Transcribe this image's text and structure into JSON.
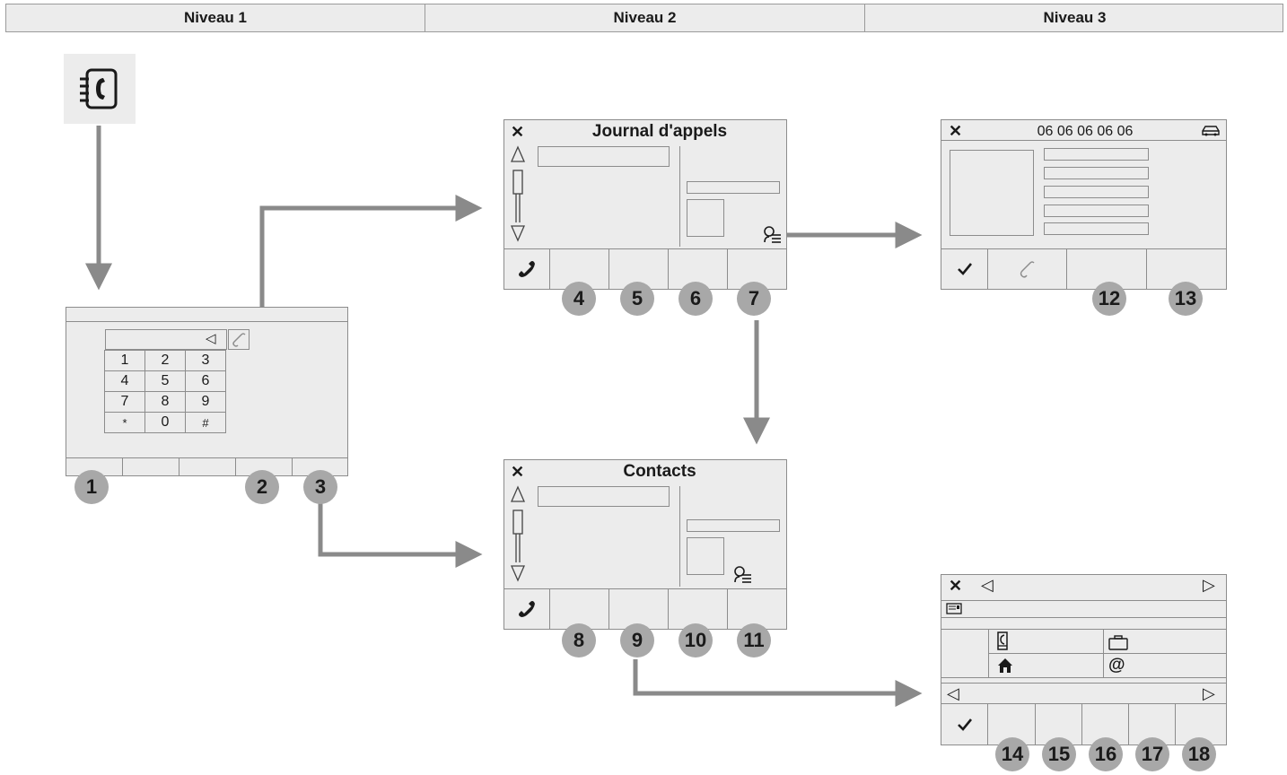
{
  "header": {
    "levels": [
      "Niveau 1",
      "Niveau 2",
      "Niveau 3"
    ]
  },
  "keypad": {
    "rows": [
      [
        "1",
        "2",
        "3"
      ],
      [
        "4",
        "5",
        "6"
      ],
      [
        "7",
        "8",
        "9"
      ],
      [
        "*",
        "0",
        "#"
      ]
    ]
  },
  "journal_screen": {
    "title": "Journal d'appels",
    "close": "✕"
  },
  "contacts_screen": {
    "title": "Contacts",
    "close": "✕"
  },
  "detail_screen": {
    "number": "06 06 06 06 06",
    "close": "✕"
  },
  "contact_card_screen": {
    "close": "✕"
  },
  "icons": {
    "phone_book": "phonebook-icon",
    "call": "phone-handset-icon",
    "hangup": "phone-outline-icon",
    "confirm": "check-icon",
    "contact_details": "contact-details-icon",
    "car": "car-icon",
    "mobile": "mobile-phone-icon",
    "work": "briefcase-icon",
    "home": "home-icon",
    "email": "at-icon",
    "message": "message-icon"
  },
  "badges": {
    "level1": [
      "1",
      "2",
      "3"
    ],
    "journal": [
      "4",
      "5",
      "6",
      "7"
    ],
    "contacts": [
      "8",
      "9",
      "10",
      "11"
    ],
    "detail": [
      "12",
      "13"
    ],
    "contact_card": [
      "14",
      "15",
      "16",
      "17",
      "18"
    ]
  },
  "colors": {
    "screen_bg": "#ececec",
    "border": "#8c8c8c",
    "arrow": "#8a8a8a",
    "badge": "#a8a8a8"
  }
}
